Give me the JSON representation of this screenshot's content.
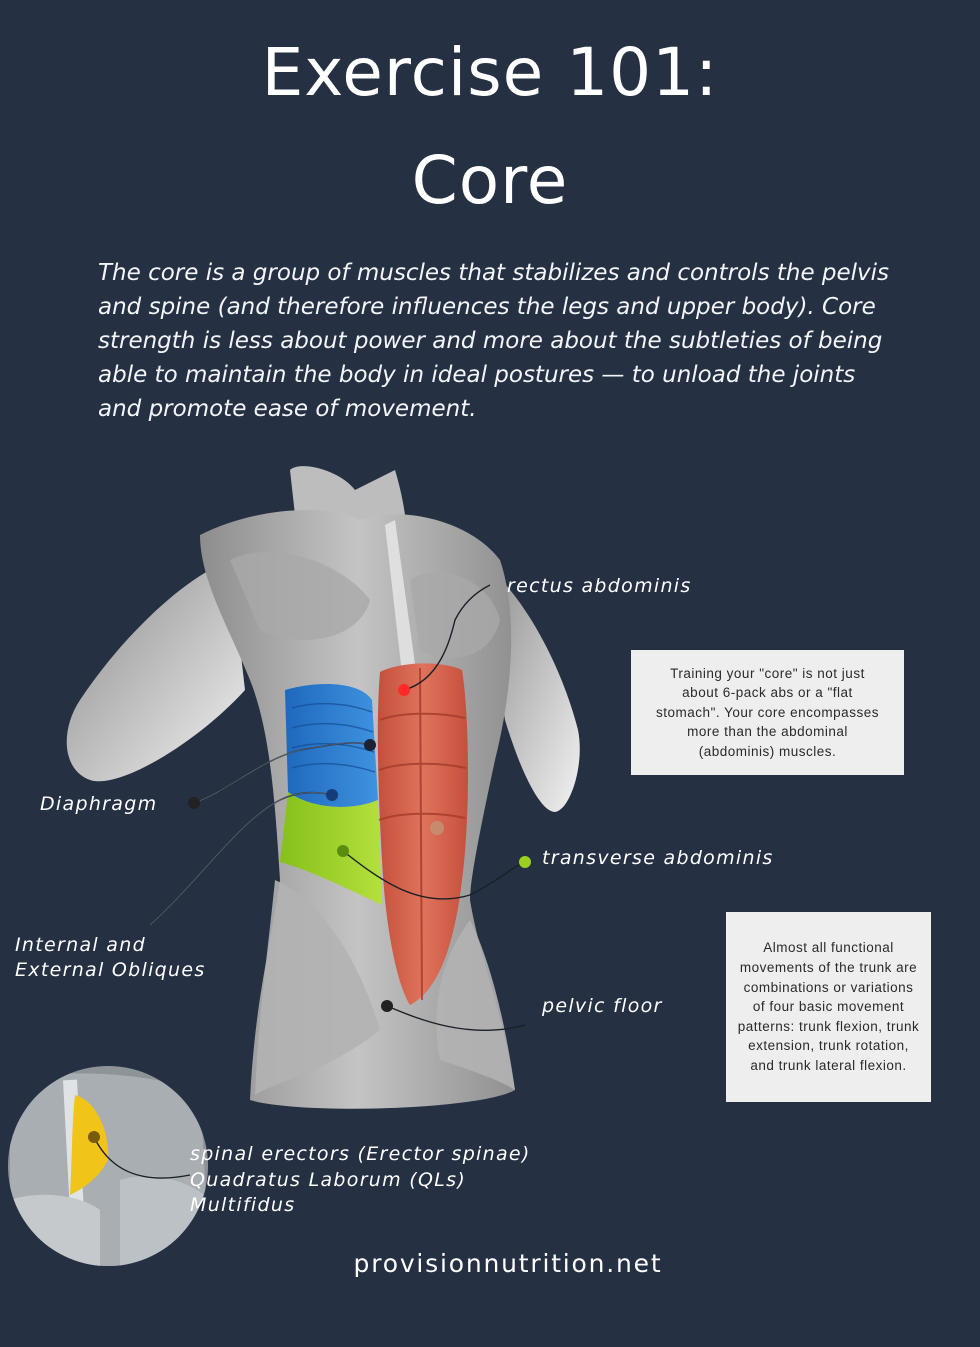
{
  "title": {
    "line1": "Exercise 101:",
    "line2": "Core"
  },
  "intro": "The core is a group of muscles that stabilizes and controls the pelvis and spine (and therefore influences the legs and upper body). Core strength is less about power and more about the subtleties of being able to maintain the body in ideal postures — to unload the joints and promote ease of movement.",
  "labels": {
    "rectus": "rectus abdominis",
    "diaphragm": "Diaphragm",
    "transverse": "transverse abdominis",
    "obliques_line1": "Internal and",
    "obliques_line2": "External Obliques",
    "pelvic": "pelvic floor",
    "spinal_line1": "spinal erectors (Erector spinae)",
    "spinal_line2": "Quadratus Laborum (QLs)",
    "spinal_line3": "Multifidus"
  },
  "notes": {
    "training": "Training your \"core\" is not just about 6-pack abs or a \"flat stomach\". Your core encompasses more than the abdominal (abdominis) muscles.",
    "functional": "Almost all functional movements of the trunk are combinations or variations of four basic movement patterns: trunk flexion, trunk extension, trunk rotation, and trunk lateral flexion."
  },
  "footer": "provisionnutrition.net",
  "colors": {
    "background": "#253143",
    "rectus": "#d9614a",
    "diaphragm_obliques": "#2b7ed1",
    "transverse": "#9ccf2a",
    "spinal": "#f0c419",
    "marker_red": "#ff2a2a",
    "marker_green": "#9ccf1f"
  }
}
